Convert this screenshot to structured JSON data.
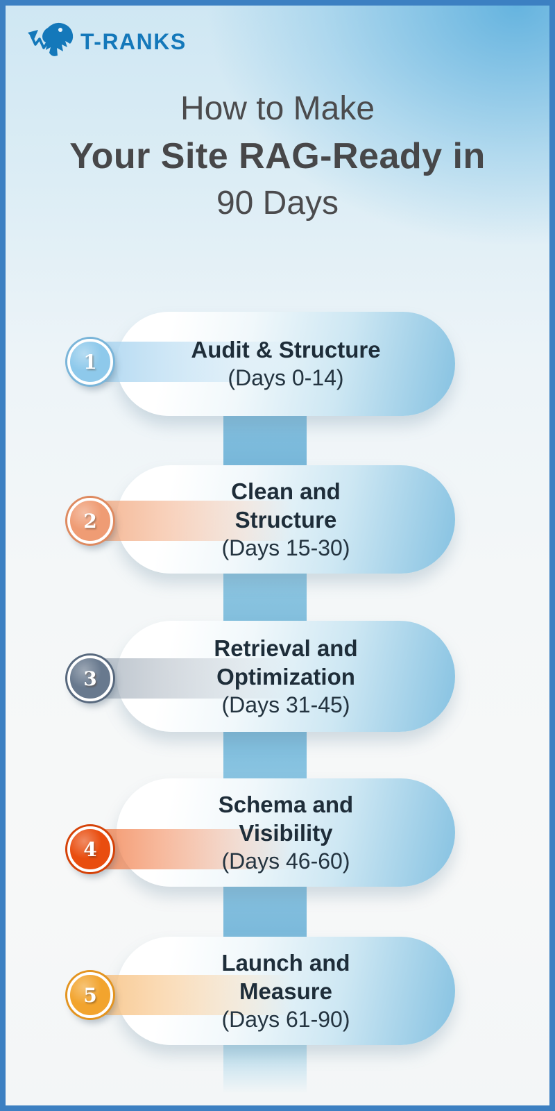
{
  "brand": {
    "name": "T-RANKS",
    "icon": "trex-trend-arrow-icon",
    "color": "#1478ba"
  },
  "title": {
    "line1": "How to Make",
    "line2": "Your Site RAG-Ready in",
    "line3": "90 Days"
  },
  "steps": [
    {
      "number": "1",
      "title": "Audit & Structure",
      "days": "(Days 0-14)",
      "colors": {
        "badge": "#8ec9eb",
        "edge": "#7ab5d9",
        "ribbon": "rgba(173,214,240,0.95)"
      }
    },
    {
      "number": "2",
      "title": "Clean and\nStructure",
      "days": "(Days 15-30)",
      "colors": {
        "badge": "#ef9c74",
        "edge": "#de8a60",
        "ribbon": "rgba(242,169,128,0.85)"
      }
    },
    {
      "number": "3",
      "title": "Retrieval and\nOptimization",
      "days": "(Days 31-45)",
      "colors": {
        "badge": "#68798e",
        "edge": "#57687d",
        "ribbon": "rgba(156,168,181,0.70)"
      }
    },
    {
      "number": "4",
      "title": "Schema and\nVisibility",
      "days": "(Days 46-60)",
      "colors": {
        "badge": "#e94d0f",
        "edge": "#d54208",
        "ribbon": "rgba(240,122,68,0.80)"
      }
    },
    {
      "number": "5",
      "title": "Launch and\nMeasure",
      "days": "(Days 61-90)",
      "colors": {
        "badge": "#f2a42e",
        "edge": "#e39420",
        "ribbon": "rgba(247,194,131,0.90)"
      }
    }
  ],
  "theme": {
    "frame_border": "#3c80c2",
    "spine_top": "#8fc8e4",
    "spine_bottom": "#74b5d7",
    "pill_right": "#8cc5e3",
    "title_color": "#4b4b4d",
    "step_text": "#1e2d39"
  }
}
